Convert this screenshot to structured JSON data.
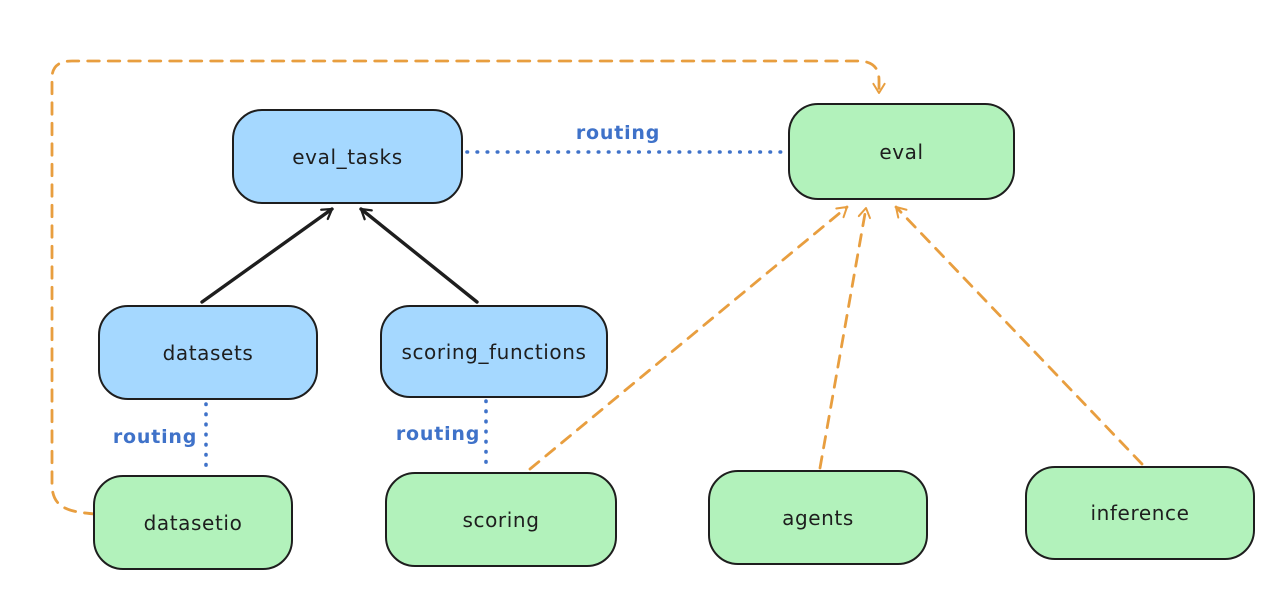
{
  "diagram": {
    "nodes": [
      {
        "id": "eval_tasks",
        "label": "eval_tasks",
        "fill": "blue"
      },
      {
        "id": "eval",
        "label": "eval",
        "fill": "green"
      },
      {
        "id": "datasets",
        "label": "datasets",
        "fill": "blue"
      },
      {
        "id": "scoring_functions",
        "label": "scoring_functions",
        "fill": "blue"
      },
      {
        "id": "datasetio",
        "label": "datasetio",
        "fill": "green"
      },
      {
        "id": "scoring",
        "label": "scoring",
        "fill": "green"
      },
      {
        "id": "agents",
        "label": "agents",
        "fill": "green"
      },
      {
        "id": "inference",
        "label": "inference",
        "fill": "green"
      }
    ],
    "edges": [
      {
        "from": "datasets",
        "to": "eval_tasks",
        "style": "solid-arrow",
        "color": "black"
      },
      {
        "from": "scoring_functions",
        "to": "eval_tasks",
        "style": "solid-arrow",
        "color": "black"
      },
      {
        "from": "eval_tasks",
        "to": "eval",
        "style": "dotted-line",
        "color": "blue",
        "label": "routing"
      },
      {
        "from": "datasets",
        "to": "datasetio",
        "style": "dotted-line",
        "color": "blue",
        "label": "routing"
      },
      {
        "from": "scoring_functions",
        "to": "scoring",
        "style": "dotted-line",
        "color": "blue",
        "label": "routing"
      },
      {
        "from": "datasetio",
        "to": "eval",
        "style": "dashed-arrow",
        "color": "orange"
      },
      {
        "from": "scoring",
        "to": "eval",
        "style": "dashed-arrow",
        "color": "orange"
      },
      {
        "from": "agents",
        "to": "eval",
        "style": "dashed-arrow",
        "color": "orange"
      },
      {
        "from": "inference",
        "to": "eval",
        "style": "dashed-arrow",
        "color": "orange"
      }
    ],
    "colors": {
      "node_fill_blue": "#a5d8ff",
      "node_fill_green": "#b2f2bb",
      "node_stroke": "#1e1e1e",
      "solid_edge": "#1e1e1e",
      "dotted_edge": "#3f72c9",
      "dashed_edge": "#e89e3f",
      "label_text": "#3f72c9",
      "background": "#ffffff"
    }
  }
}
